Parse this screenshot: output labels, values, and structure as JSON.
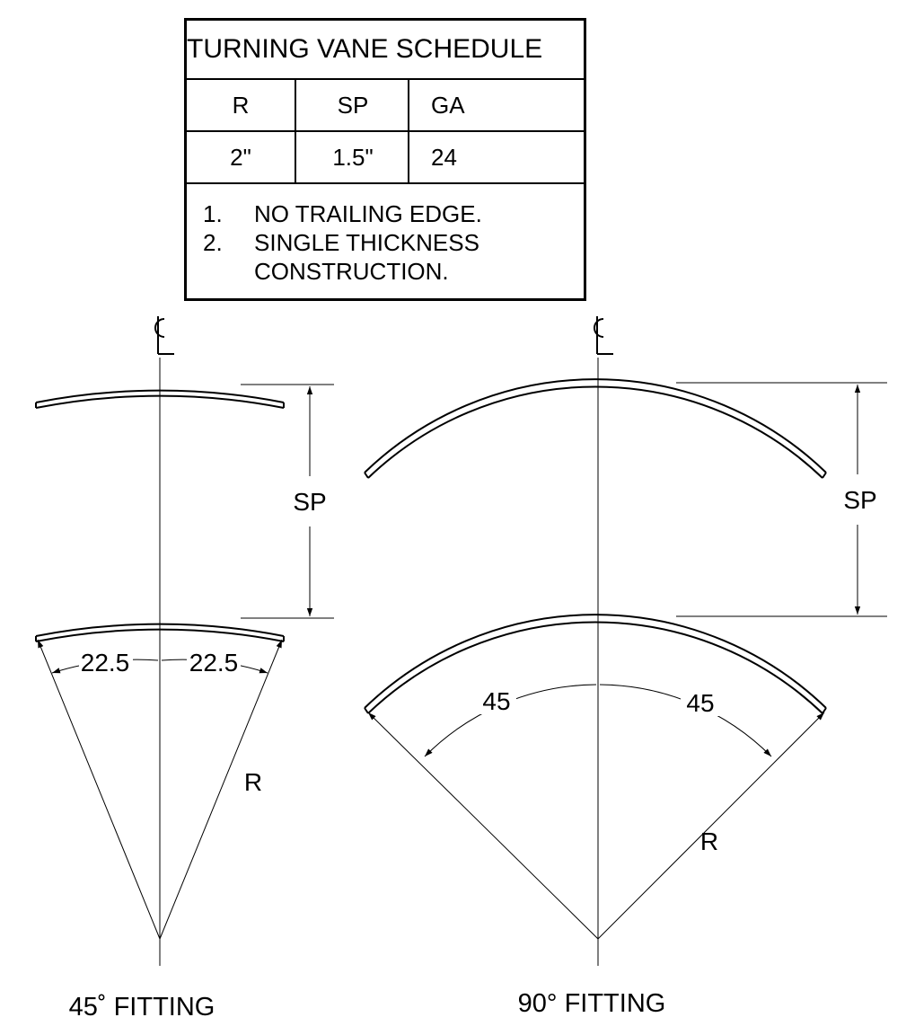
{
  "schedule": {
    "title": "TURNING VANE SCHEDULE",
    "headers": [
      "R",
      "SP",
      "GA"
    ],
    "values": [
      "2\"",
      "1.5\"",
      "24"
    ],
    "notes": [
      {
        "num": "1.",
        "text": "NO TRAILING EDGE."
      },
      {
        "num": "2.",
        "text": "SINGLE THICKNESS"
      },
      {
        "num": "",
        "text": "CONSTRUCTION."
      }
    ]
  },
  "fitting45": {
    "centerline_label": "CL",
    "spacing_label": "SP",
    "radius_label": "R",
    "angle_left": "22.5",
    "angle_right": "22.5",
    "caption": "45˚ FITTING"
  },
  "fitting90": {
    "centerline_label": "CL",
    "spacing_label": "SP",
    "radius_label": "R",
    "angle_left": "45",
    "angle_right": "45",
    "caption": "90° FITTING"
  }
}
